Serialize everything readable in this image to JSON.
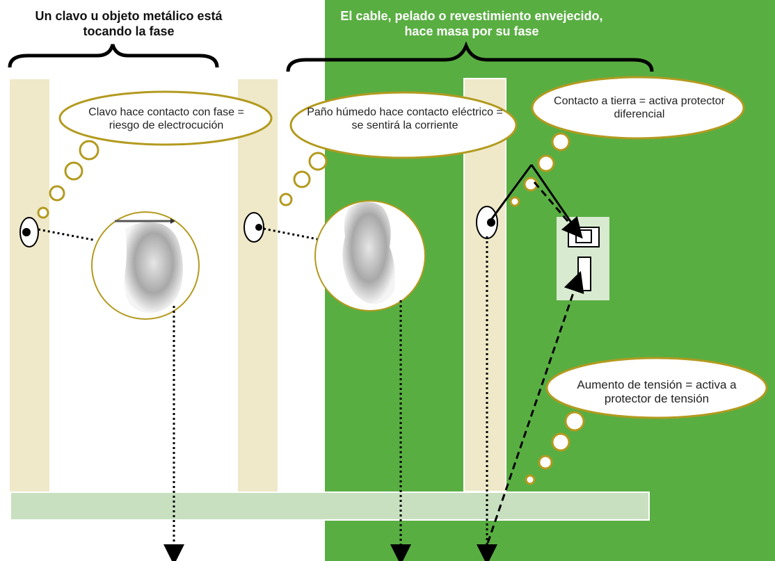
{
  "headings": {
    "left": "Un clavo u objeto metálico está tocando la fase",
    "right": "El cable, pelado o revestimiento envejecido, hace masa por su fase"
  },
  "bubbles": {
    "nail": "Clavo hace contacto con fase = riesgo de electrocución",
    "cloth": "Paño húmedo hace contacto eléctrico = se sentirá la corriente",
    "ground": "Contacto a tierra = activa protector diferencial",
    "voltage": "Aumento de tensión = activa a protector de tensión"
  },
  "colors": {
    "green": "#59ae42",
    "strip": "#efe9c9",
    "floor": "#c8e0c0",
    "bubble_outline": "#b39a1f"
  }
}
